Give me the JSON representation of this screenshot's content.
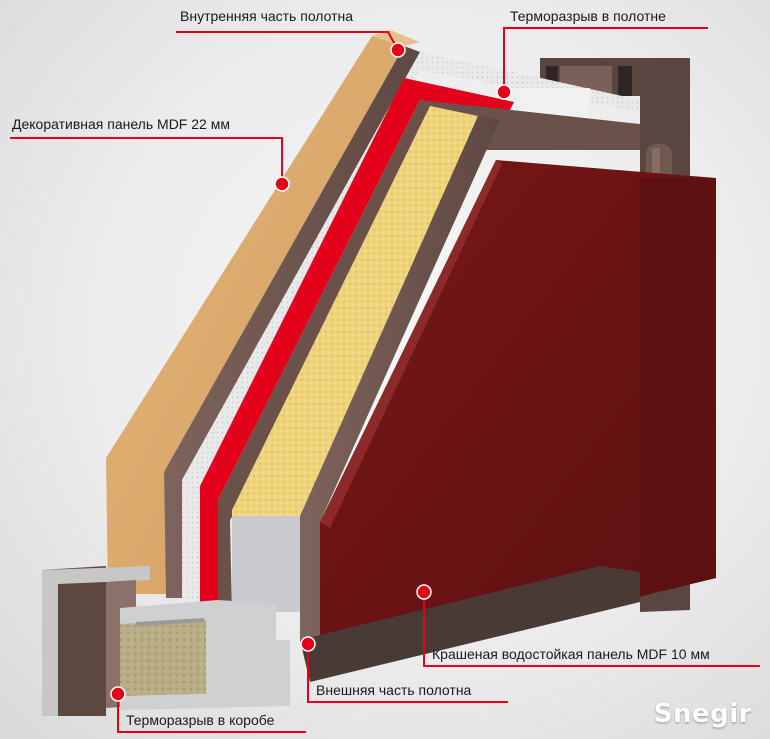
{
  "labels": {
    "inner_part": "Внутренняя часть полотна",
    "thermal_break_leaf": "Терморазрыв в полотне",
    "mdf_22": "Декоративная панель MDF 22 мм",
    "painted_mdf_10": "Крашеная водостойкая панель MDF 10 мм",
    "outer_part": "Внешняя часть полотна",
    "thermal_break_frame": "Терморазрыв в коробе"
  },
  "brand": "Snegir",
  "colors": {
    "accent": "#e3001b",
    "mdf": "#d9a86a",
    "steel": "#6e5750",
    "foam": "#eed27a",
    "outer_panel": "#6b1414",
    "wool": "#b9b08a"
  }
}
